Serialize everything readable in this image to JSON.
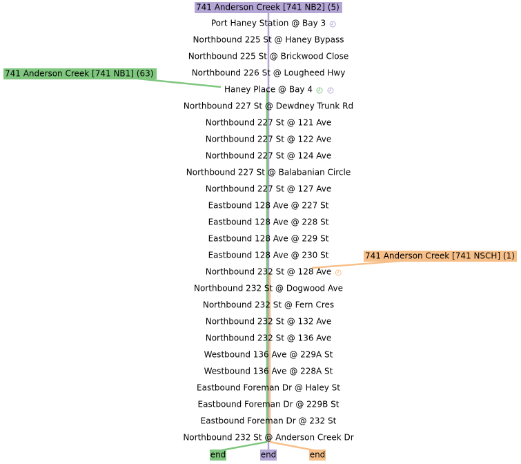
{
  "route_colors": {
    "nb1": "#7fc67e",
    "nb2": "#b4a7d6",
    "nsch": "#f7c08a"
  },
  "routes": [
    {
      "id": "nb2",
      "label": "741 Anderson Creek [741 NB2] (5)",
      "color": "#b4a7d6"
    },
    {
      "id": "nb1",
      "label": "741 Anderson Creek [741 NB1] (63)",
      "color": "#7fc67e"
    },
    {
      "id": "nsch",
      "label": "741 Anderson Creek [741 NSCH] (1)",
      "color": "#f7c08a"
    }
  ],
  "stops": [
    {
      "name": "Port Haney Station @ Bay 3",
      "routes": [
        "nb2"
      ],
      "clock_icons": [
        "nb2"
      ]
    },
    {
      "name": "Northbound 225 St @ Haney Bypass",
      "routes": [
        "nb2"
      ],
      "clock_icons": []
    },
    {
      "name": "Northbound 225 St @ Brickwood Close",
      "routes": [
        "nb2"
      ],
      "clock_icons": []
    },
    {
      "name": "Northbound 226 St @ Lougheed Hwy",
      "routes": [
        "nb2"
      ],
      "clock_icons": []
    },
    {
      "name": "Haney Place @ Bay 4",
      "routes": [
        "nb1",
        "nb2"
      ],
      "clock_icons": [
        "nb1",
        "nb2"
      ]
    },
    {
      "name": "Northbound 227 St @ Dewdney Trunk Rd",
      "routes": [
        "nb1",
        "nb2"
      ],
      "clock_icons": []
    },
    {
      "name": "Northbound 227 St @ 121 Ave",
      "routes": [
        "nb1",
        "nb2"
      ],
      "clock_icons": []
    },
    {
      "name": "Northbound 227 St @ 122 Ave",
      "routes": [
        "nb1",
        "nb2"
      ],
      "clock_icons": []
    },
    {
      "name": "Northbound 227 St @ 124 Ave",
      "routes": [
        "nb1",
        "nb2"
      ],
      "clock_icons": []
    },
    {
      "name": "Northbound 227 St @ Balabanian Circle",
      "routes": [
        "nb1",
        "nb2"
      ],
      "clock_icons": []
    },
    {
      "name": "Northbound 227 St @ 127 Ave",
      "routes": [
        "nb1",
        "nb2"
      ],
      "clock_icons": []
    },
    {
      "name": "Eastbound 128 Ave @ 227 St",
      "routes": [
        "nb1",
        "nb2"
      ],
      "clock_icons": []
    },
    {
      "name": "Eastbound 128 Ave @ 228 St",
      "routes": [
        "nb1",
        "nb2"
      ],
      "clock_icons": []
    },
    {
      "name": "Eastbound 128 Ave @ 229 St",
      "routes": [
        "nb1",
        "nb2"
      ],
      "clock_icons": []
    },
    {
      "name": "Eastbound 128 Ave @ 230 St",
      "routes": [
        "nb1",
        "nb2"
      ],
      "clock_icons": []
    },
    {
      "name": "Northbound 232 St @ 128 Ave",
      "routes": [
        "nb1",
        "nb2",
        "nsch"
      ],
      "clock_icons": [
        "nsch"
      ]
    },
    {
      "name": "Northbound 232 St @ Dogwood Ave",
      "routes": [
        "nb1",
        "nb2",
        "nsch"
      ],
      "clock_icons": []
    },
    {
      "name": "Northbound 232 St @ Fern Cres",
      "routes": [
        "nb1",
        "nb2",
        "nsch"
      ],
      "clock_icons": []
    },
    {
      "name": "Northbound 232 St @ 132 Ave",
      "routes": [
        "nb1",
        "nb2",
        "nsch"
      ],
      "clock_icons": []
    },
    {
      "name": "Northbound 232 St @ 136 Ave",
      "routes": [
        "nb1",
        "nb2",
        "nsch"
      ],
      "clock_icons": []
    },
    {
      "name": "Westbound 136 Ave @ 229A St",
      "routes": [
        "nb1",
        "nb2",
        "nsch"
      ],
      "clock_icons": []
    },
    {
      "name": "Westbound 136 Ave @ 228A St",
      "routes": [
        "nb1",
        "nb2",
        "nsch"
      ],
      "clock_icons": []
    },
    {
      "name": "Eastbound Foreman Dr @ Haley St",
      "routes": [
        "nb1",
        "nb2",
        "nsch"
      ],
      "clock_icons": []
    },
    {
      "name": "Eastbound Foreman Dr @ 229B St",
      "routes": [
        "nb1",
        "nb2",
        "nsch"
      ],
      "clock_icons": []
    },
    {
      "name": "Eastbound Foreman Dr @ 232 St",
      "routes": [
        "nb1",
        "nb2",
        "nsch"
      ],
      "clock_icons": []
    },
    {
      "name": "Northbound 232 St @ Anderson Creek Dr",
      "routes": [
        "nb1",
        "nb2",
        "nsch"
      ],
      "clock_icons": []
    }
  ],
  "ends": [
    {
      "route": "nb1",
      "label": "end"
    },
    {
      "route": "nb2",
      "label": "end"
    },
    {
      "route": "nsch",
      "label": "end"
    }
  ]
}
